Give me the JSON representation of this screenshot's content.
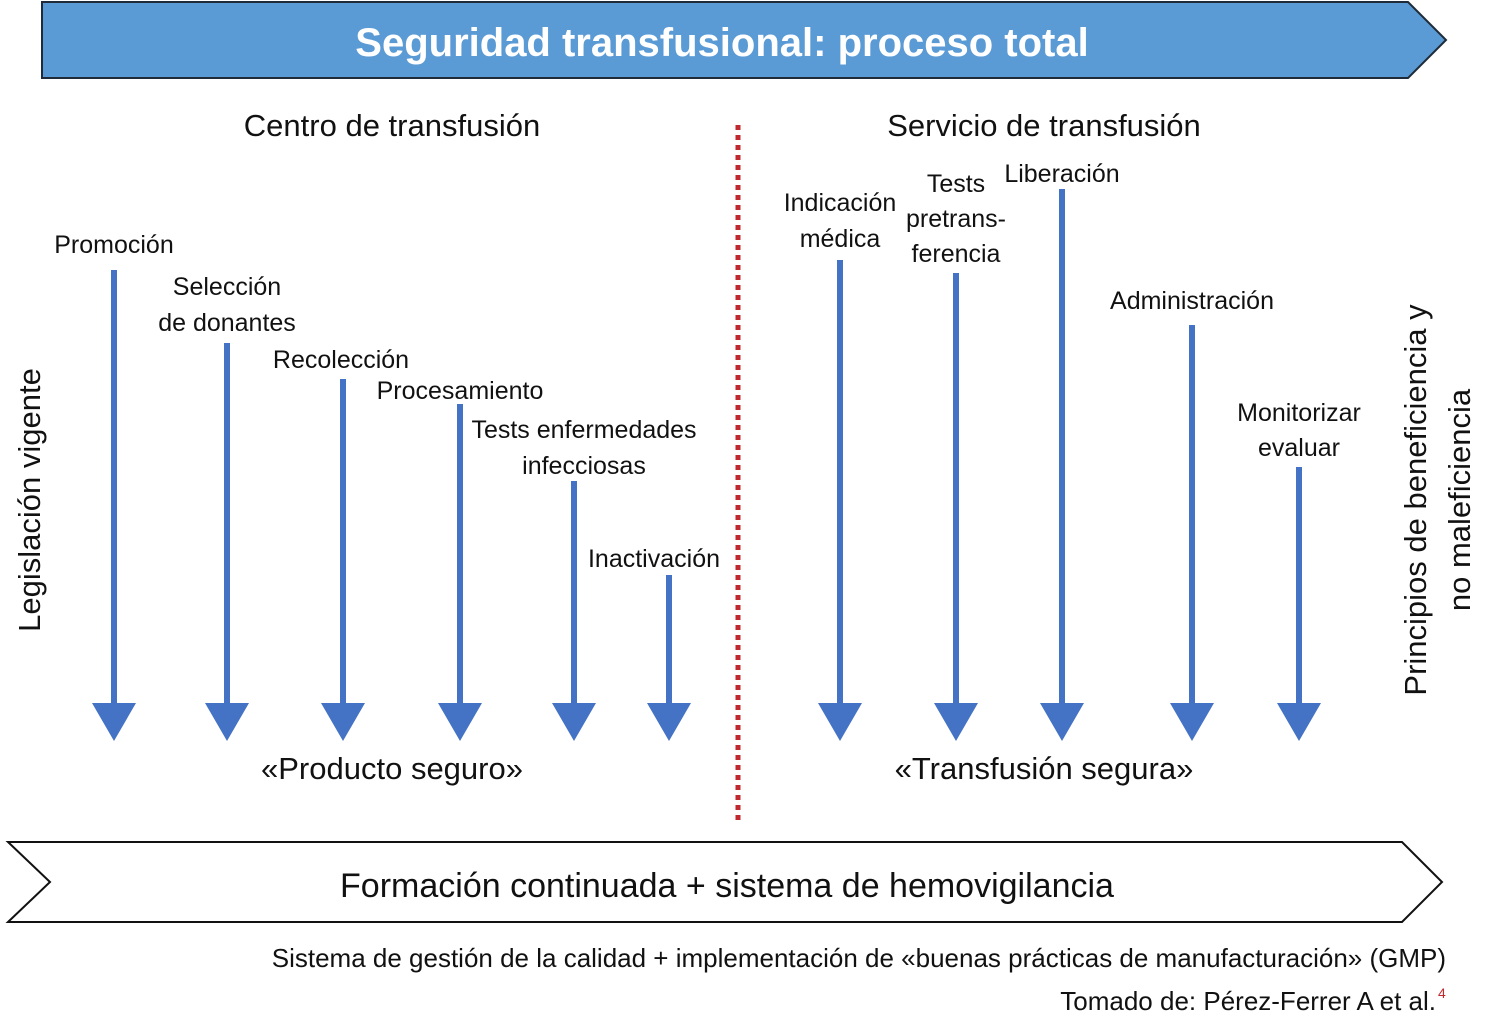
{
  "title": "Seguridad transfusional: proceso total",
  "left_section": {
    "heading": "Centro de transfusión",
    "steps": [
      {
        "lines": [
          "Promoción"
        ]
      },
      {
        "lines": [
          "Selección",
          "de donantes"
        ]
      },
      {
        "lines": [
          "Recolección"
        ]
      },
      {
        "lines": [
          "Procesamiento"
        ]
      },
      {
        "lines": [
          "Tests enfermedades",
          "infecciosas"
        ]
      },
      {
        "lines": [
          "Inactivación"
        ]
      }
    ],
    "result": "«Producto seguro»"
  },
  "right_section": {
    "heading": "Servicio de transfusión",
    "steps": [
      {
        "lines": [
          "Indicación",
          "médica"
        ]
      },
      {
        "lines": [
          "Tests",
          "pretrans-",
          "ferencia"
        ]
      },
      {
        "lines": [
          "Liberación"
        ]
      },
      {
        "lines": [
          "Administración"
        ]
      },
      {
        "lines": [
          "Monitorizar",
          "evaluar"
        ]
      }
    ],
    "result": "«Transfusión segura»"
  },
  "left_side_label": "Legislación vigente",
  "right_side_label": [
    "Principios de beneficiencia y",
    "no maleficiencia"
  ],
  "bottom_banner": "Formación continuada + sistema de hemovigilancia",
  "footer": "Sistema de gestión de la calidad + implementación de «buenas prácticas de manufacturación» (GMP)",
  "source": "Tomado de: Pérez-Ferrer A et al.",
  "source_ref": "4",
  "colors": {
    "banner": "#5b9bd5",
    "arrow": "#4472c4",
    "divider": "#c0282d"
  }
}
